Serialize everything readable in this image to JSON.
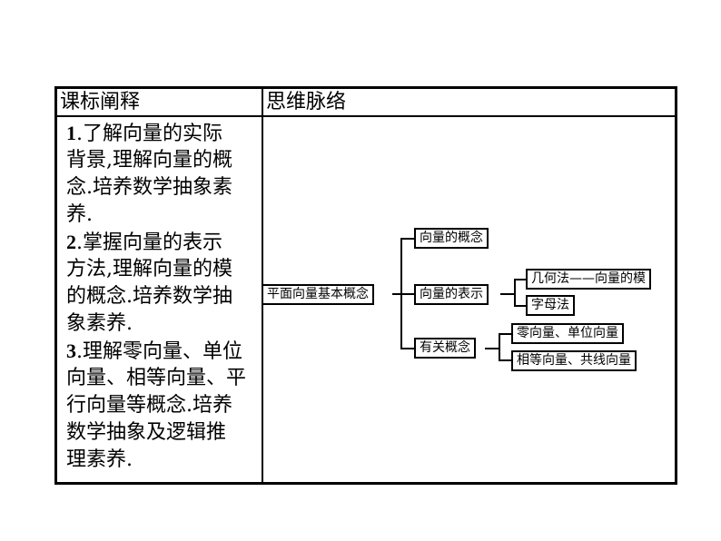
{
  "table": {
    "header_left": "课标阐释",
    "header_right": "思维脉络",
    "objectives": [
      {
        "num": "1",
        "lines": [
          ".了解向量的实际",
          "背景,理解向量的概",
          "念.培养数学抽象素",
          "养."
        ]
      },
      {
        "num": "2",
        "lines": [
          ".掌握向量的表示",
          "方法,理解向量的模",
          "的概念.培养数学抽",
          "象素养."
        ]
      },
      {
        "num": "3",
        "lines": [
          ".理解零向量、单位",
          "向量、相等向量、平",
          "行向量等概念.培养",
          "数学抽象及逻辑推",
          "理素养."
        ]
      }
    ]
  },
  "mindmap": {
    "root": "平面向量基本概念",
    "concept": "向量的概念",
    "representation": "向量的表示",
    "geometric": "几何法——向量的模",
    "letter": "字母法",
    "related": "有关概念",
    "zero_unit": "零向量、单位向量",
    "equal_collinear": "相等向量、共线向量"
  }
}
